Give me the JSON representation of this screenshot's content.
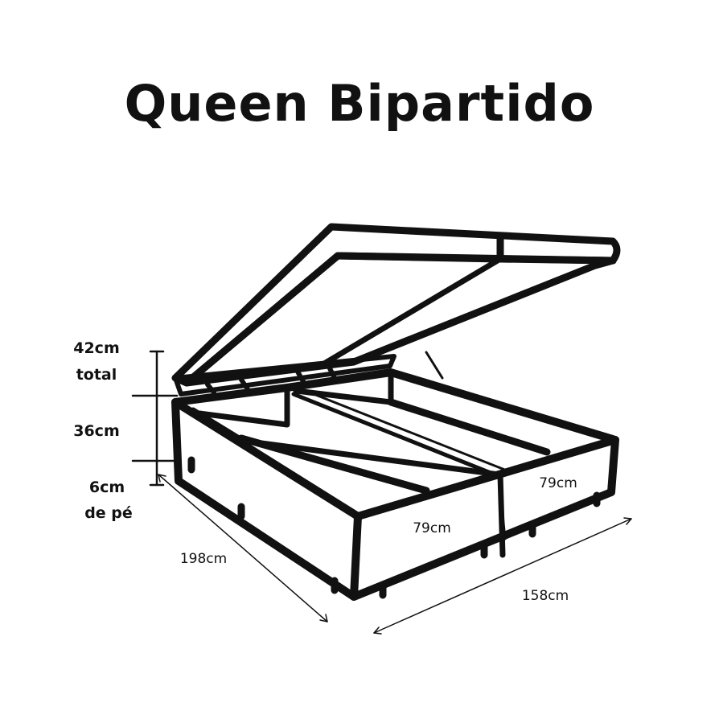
{
  "title": "Queen Bipartido",
  "labels": {
    "height_total_value": "42cm",
    "height_total_word": "total",
    "box_height": "36cm",
    "foot_height_value": "6cm",
    "foot_height_word": "de pé",
    "length": "198cm",
    "width": "158cm",
    "half_width_front": "79cm",
    "half_width_back": "79cm"
  }
}
